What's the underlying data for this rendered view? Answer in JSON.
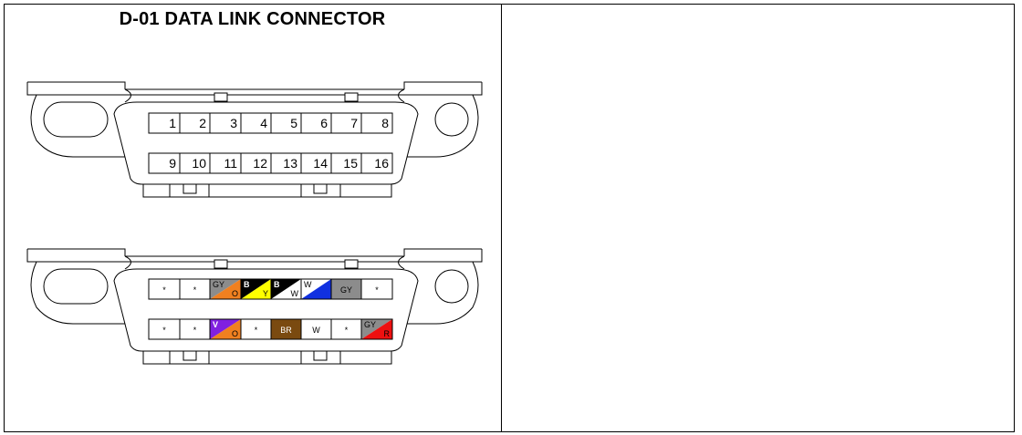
{
  "title": "D-01 DATA LINK CONNECTOR",
  "pin_numbers": {
    "top_row": [
      "1",
      "2",
      "3",
      "4",
      "5",
      "6",
      "7",
      "8"
    ],
    "bottom_row": [
      "9",
      "10",
      "11",
      "12",
      "13",
      "14",
      "15",
      "16"
    ]
  },
  "wire_pins": {
    "top_row": [
      {
        "type": "blank",
        "mark": "*"
      },
      {
        "type": "blank",
        "mark": "*"
      },
      {
        "type": "split",
        "primary": "GY",
        "secondary": "O",
        "primary_color": "#8c8c8c",
        "secondary_color": "#f08020"
      },
      {
        "type": "split",
        "primary": "B",
        "secondary": "Y",
        "primary_color": "#000000",
        "secondary_color": "#ffff00"
      },
      {
        "type": "split",
        "primary": "B",
        "secondary": "W",
        "primary_color": "#000000",
        "secondary_color": "#ffffff"
      },
      {
        "type": "split",
        "primary": "W",
        "secondary": "",
        "primary_color": "#ffffff",
        "secondary_color": "#1030e0"
      },
      {
        "type": "solid",
        "label": "GY",
        "color": "#8c8c8c"
      },
      {
        "type": "blank",
        "mark": "*"
      }
    ],
    "bottom_row": [
      {
        "type": "blank",
        "mark": "*"
      },
      {
        "type": "blank",
        "mark": "*"
      },
      {
        "type": "split",
        "primary": "V",
        "secondary": "O",
        "primary_color": "#8020e0",
        "secondary_color": "#f08020"
      },
      {
        "type": "blank",
        "mark": "*"
      },
      {
        "type": "solid",
        "label": "BR",
        "color": "#7a4a10"
      },
      {
        "type": "solid",
        "label": "W",
        "color": "#ffffff"
      },
      {
        "type": "blank",
        "mark": "*"
      },
      {
        "type": "split",
        "primary": "GY",
        "secondary": "R",
        "primary_color": "#8c8c8c",
        "secondary_color": "#ee1010"
      }
    ]
  }
}
